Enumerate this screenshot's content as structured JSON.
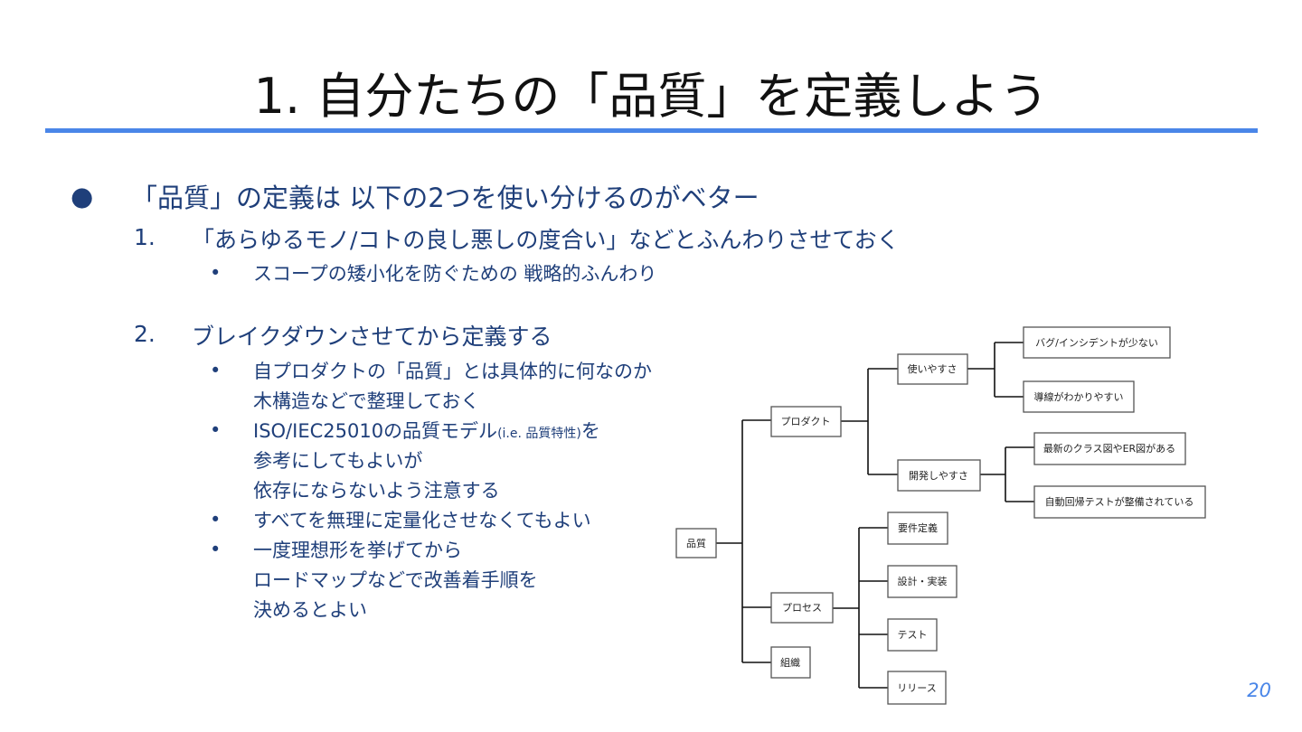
{
  "slide": {
    "title": "1. 自分たちの「品質」を定義しよう",
    "page_number": "20",
    "accent_color": "#4a86e8",
    "text_color": "#1f3f7a"
  },
  "bullets": {
    "main": "「品質」の定義は 以下の2つを使い分けるのがベター",
    "item1": {
      "number": "1.",
      "text": "「あらゆるモノ/コトの良し悪しの度合い」などとふんわりさせておく",
      "sub1": "スコープの矮小化を防ぐための 戦略的ふんわり"
    },
    "item2": {
      "number": "2.",
      "text": "ブレイクダウンさせてから定義する",
      "sub1_line1": "自プロダクトの「品質」とは具体的に何なのか",
      "sub1_line2": "木構造などで整理しておく",
      "sub2_line1_a": "ISO/IEC25010の品質モデル",
      "sub2_line1_b": "(i.e. 品質特性)",
      "sub2_line1_c": "を",
      "sub2_line2": "参考にしてもよいが",
      "sub2_line3": "依存にならないよう注意する",
      "sub3": "すべてを無理に定量化させなくてもよい",
      "sub4_line1": "一度理想形を挙げてから",
      "sub4_line2": "ロードマップなどで改善着手順を",
      "sub4_line3": "決めるとよい"
    }
  },
  "tree": {
    "root": "品質",
    "product": "プロダクト",
    "process": "プロセス",
    "org": "組織",
    "usability": "使いやすさ",
    "devability": "開発しやすさ",
    "few_bugs": "バグ/インシデントが少ない",
    "easy_flow": "導線がわかりやすい",
    "latest_diagrams": "最新のクラス図やER図がある",
    "auto_tests": "自動回帰テストが整備されている",
    "requirements": "要件定義",
    "design_impl": "設計・実装",
    "test": "テスト",
    "release": "リリース"
  }
}
